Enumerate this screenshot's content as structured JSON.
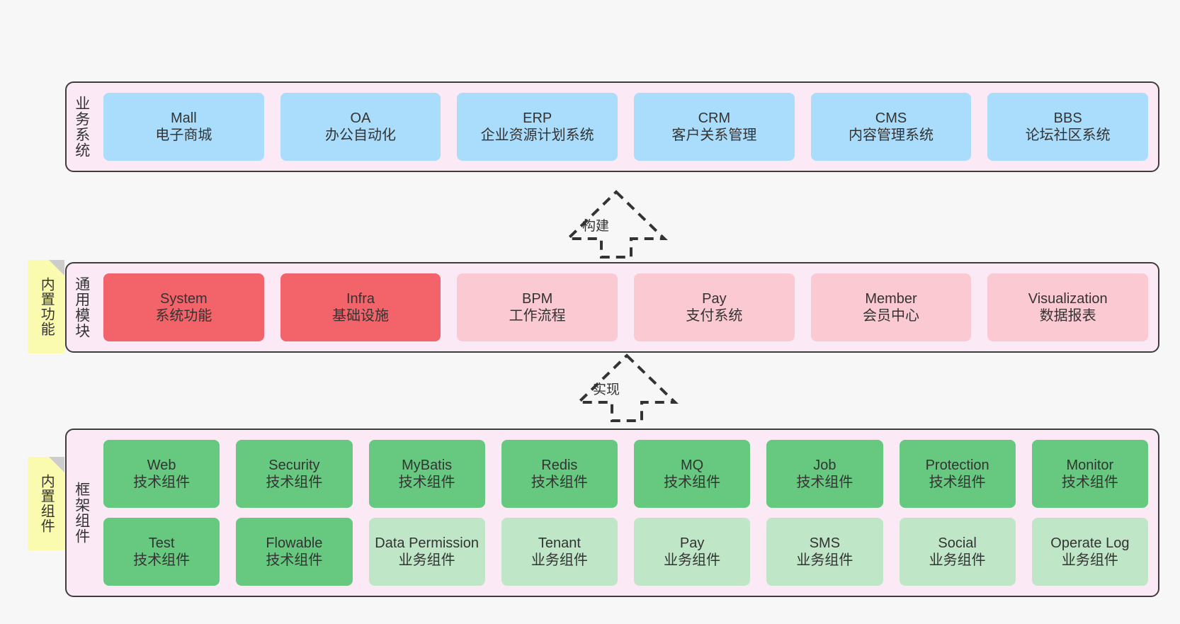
{
  "diagram": {
    "background_color": "#f7f7f7",
    "panel_color": "#fbeaf5",
    "panel_border_color": "#3d3d3d",
    "sticky_color": "#fbfbb0"
  },
  "layers": [
    {
      "id": "business-system",
      "title": "业务系统",
      "sticky": null,
      "rows": [
        {
          "nodes": [
            {
              "title": "Mall",
              "sub": "电子商城",
              "color": "#aadcfb",
              "style": "blue"
            },
            {
              "title": "OA",
              "sub": "办公自动化",
              "color": "#aadcfb",
              "style": "blue"
            },
            {
              "title": "ERP",
              "sub": "企业资源计划系统",
              "color": "#aadcfb",
              "style": "blue"
            },
            {
              "title": "CRM",
              "sub": "客户关系管理",
              "color": "#aadcfb",
              "style": "blue"
            },
            {
              "title": "CMS",
              "sub": "内容管理系统",
              "color": "#aadcfb",
              "style": "blue"
            },
            {
              "title": "BBS",
              "sub": "论坛社区系统",
              "color": "#aadcfb",
              "style": "blue"
            }
          ]
        }
      ]
    },
    {
      "id": "common-module",
      "title": "通用模块",
      "sticky": "内置功能",
      "rows": [
        {
          "nodes": [
            {
              "title": "System",
              "sub": "系统功能",
              "color": "#f2646a",
              "style": "red"
            },
            {
              "title": "Infra",
              "sub": "基础设施",
              "color": "#f2646a",
              "style": "red"
            },
            {
              "title": "BPM",
              "sub": "工作流程",
              "color": "#fbc9d2",
              "style": "pink"
            },
            {
              "title": "Pay",
              "sub": "支付系统",
              "color": "#fbc9d2",
              "style": "pink"
            },
            {
              "title": "Member",
              "sub": "会员中心",
              "color": "#fbc9d2",
              "style": "pink"
            },
            {
              "title": "Visualization",
              "sub": "数据报表",
              "color": "#fbc9d2",
              "style": "pink"
            }
          ]
        }
      ]
    },
    {
      "id": "framework-component",
      "title": "框架组件",
      "sticky": "内置组件",
      "rows": [
        {
          "nodes": [
            {
              "title": "Web",
              "sub": "技术组件",
              "color": "#66c97f",
              "style": "green"
            },
            {
              "title": "Security",
              "sub": "技术组件",
              "color": "#66c97f",
              "style": "green"
            },
            {
              "title": "MyBatis",
              "sub": "技术组件",
              "color": "#66c97f",
              "style": "green"
            },
            {
              "title": "Redis",
              "sub": "技术组件",
              "color": "#66c97f",
              "style": "green"
            },
            {
              "title": "MQ",
              "sub": "技术组件",
              "color": "#66c97f",
              "style": "green"
            },
            {
              "title": "Job",
              "sub": "技术组件",
              "color": "#66c97f",
              "style": "green"
            },
            {
              "title": "Protection",
              "sub": "技术组件",
              "color": "#66c97f",
              "style": "green"
            },
            {
              "title": "Monitor",
              "sub": "技术组件",
              "color": "#66c97f",
              "style": "green"
            }
          ]
        },
        {
          "nodes": [
            {
              "title": "Test",
              "sub": "技术组件",
              "color": "#66c97f",
              "style": "green"
            },
            {
              "title": "Flowable",
              "sub": "技术组件",
              "color": "#66c97f",
              "style": "green"
            },
            {
              "title": "Data Permission",
              "sub": "业务组件",
              "color": "#bfe6c7",
              "style": "green-light"
            },
            {
              "title": "Tenant",
              "sub": "业务组件",
              "color": "#bfe6c7",
              "style": "green-light"
            },
            {
              "title": "Pay",
              "sub": "业务组件",
              "color": "#bfe6c7",
              "style": "green-light"
            },
            {
              "title": "SMS",
              "sub": "业务组件",
              "color": "#bfe6c7",
              "style": "green-light"
            },
            {
              "title": "Social",
              "sub": "业务组件",
              "color": "#bfe6c7",
              "style": "green-light"
            },
            {
              "title": "Operate Log",
              "sub": "业务组件",
              "color": "#bfe6c7",
              "style": "green-light"
            }
          ]
        }
      ]
    }
  ],
  "connectors": [
    {
      "id": "build",
      "label": "构建"
    },
    {
      "id": "implement",
      "label": "实现"
    }
  ]
}
